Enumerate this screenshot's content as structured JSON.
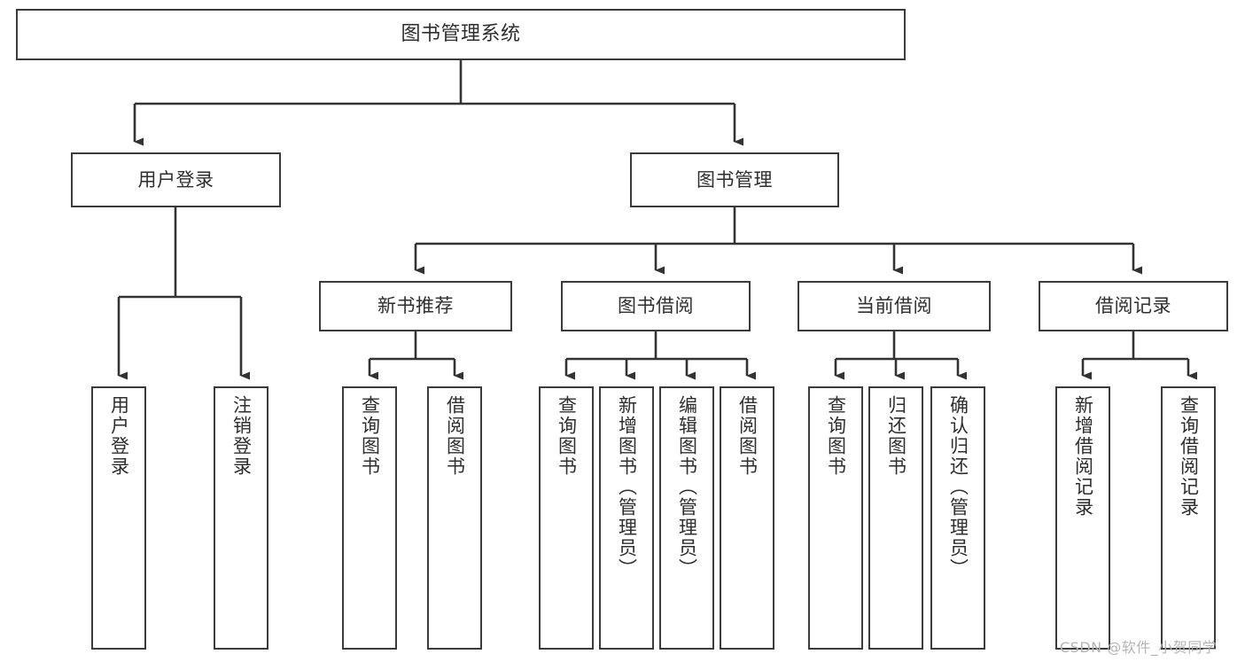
{
  "diagram": {
    "type": "tree-hierarchy",
    "title": "图书管理系统",
    "watermark": "CSDN @软件_小贺同学",
    "colors": {
      "border": "#3b3b3b",
      "text": "#2e2e2e",
      "background": "#ffffff",
      "edge": "#333333",
      "watermark": "#b4b4b4"
    },
    "nodes": {
      "root": {
        "label": "图书管理系统"
      },
      "level1": [
        {
          "id": "user-login",
          "label": "用户登录"
        },
        {
          "id": "book-manage",
          "label": "图书管理"
        }
      ],
      "level2": [
        {
          "id": "new-book-recommend",
          "label": "新书推荐"
        },
        {
          "id": "book-borrow",
          "label": "图书借阅"
        },
        {
          "id": "current-borrow",
          "label": "当前借阅"
        },
        {
          "id": "borrow-record",
          "label": "借阅记录"
        }
      ],
      "leaves_user_login": [
        {
          "id": "leaf-user-login",
          "label": "用户登录"
        },
        {
          "id": "leaf-logout",
          "label": "注销登录"
        }
      ],
      "leaves_new_book_recommend": [
        {
          "id": "leaf-query-book-1",
          "label": "查询图书"
        },
        {
          "id": "leaf-borrow-book-1",
          "label": "借阅图书"
        }
      ],
      "leaves_book_borrow": [
        {
          "id": "leaf-query-book-2",
          "label": "查询图书"
        },
        {
          "id": "leaf-add-book",
          "label": "新增图书（管理员）"
        },
        {
          "id": "leaf-edit-book",
          "label": "编辑图书（管理员）"
        },
        {
          "id": "leaf-borrow-book-2",
          "label": "借阅图书"
        }
      ],
      "leaves_current_borrow": [
        {
          "id": "leaf-query-book-3",
          "label": "查询图书"
        },
        {
          "id": "leaf-return-book",
          "label": "归还图书"
        },
        {
          "id": "leaf-confirm-return",
          "label": "确认归还（管理员）"
        }
      ],
      "leaves_borrow_record": [
        {
          "id": "leaf-add-record",
          "label": "新增借阅记录"
        },
        {
          "id": "leaf-query-record",
          "label": "查询借阅记录"
        }
      ]
    }
  }
}
